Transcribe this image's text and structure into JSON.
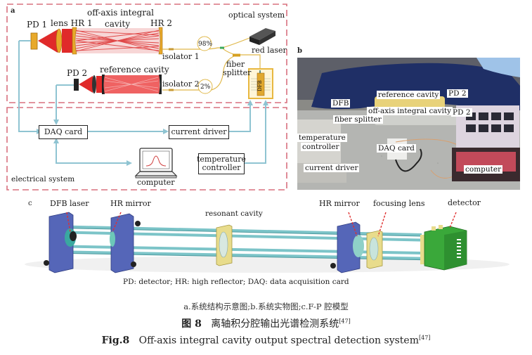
{
  "panel_a": {
    "letter": "a",
    "optical_system_label": "optical system",
    "electrical_system_label": "electrical system",
    "labels": {
      "pd1": "PD 1",
      "lens_hr1": "lens HR 1",
      "cavity_line1": "off-axis integral",
      "cavity_line2": "cavity",
      "hr2": "HR 2",
      "pd2": "PD 2",
      "reference_cavity": "reference cavity",
      "isolator1": "isolator 1",
      "isolator2": "isolator 2",
      "split_98": "98%",
      "split_2": "2%",
      "red_laser": "red laser",
      "fiber_splitter_line1": "fiber",
      "fiber_splitter_line2": "splitter",
      "dfb": "DFB"
    },
    "boxes": {
      "daq_card": "DAQ card",
      "current_driver": "current driver",
      "temperature_controller_line1": "temperature",
      "temperature_controller_line2": "controller",
      "computer": "computer"
    },
    "colors": {
      "dashed_border": "#d9707e",
      "signal_line": "#8fc4d2",
      "laser_beam": "#e02a2a",
      "mirror": "#e8a92a",
      "fiber": "#e0b84a"
    }
  },
  "panel_b": {
    "letter": "b",
    "labels": {
      "reference_cavity": "reference cavity",
      "pd2_top": "PD 2",
      "dfb": "DFB",
      "off_axis_cavity": "off-axis integral cavity",
      "pd2_bottom": "PD 2",
      "fiber_splitter": "fiber splitter",
      "temperature_controller_line1": "temperature",
      "temperature_controller_line2": "controller",
      "daq_card": "DAQ card",
      "current_driver": "current driver",
      "computer": "computer"
    }
  },
  "panel_c": {
    "letter": "c",
    "labels": {
      "dfb_laser": "DFB laser",
      "hr_mirror_left": "HR mirror",
      "resonant_cavity": "resonant cavity",
      "hr_mirror_right": "HR mirror",
      "focusing_lens": "focusing lens",
      "detector": "detector"
    },
    "legend": "PD: detector; HR: high reflector; DAQ: data acquisition card",
    "colors": {
      "mount": "#5566b8",
      "rod": "#7cc4c8",
      "lens_holder": "#e8dc8c",
      "detector": "#3aa83a"
    }
  },
  "caption": {
    "subcaption_cn": "a.系统结构示意图;b.系统实物图;c.F-P 腔模型",
    "fig_label_cn": "图 8",
    "title_cn": "离轴积分腔输出光谱检测系统",
    "fig_label_en": "Fig.8",
    "title_en": "Off-axis integral cavity output spectral detection system",
    "ref": "[47]"
  }
}
